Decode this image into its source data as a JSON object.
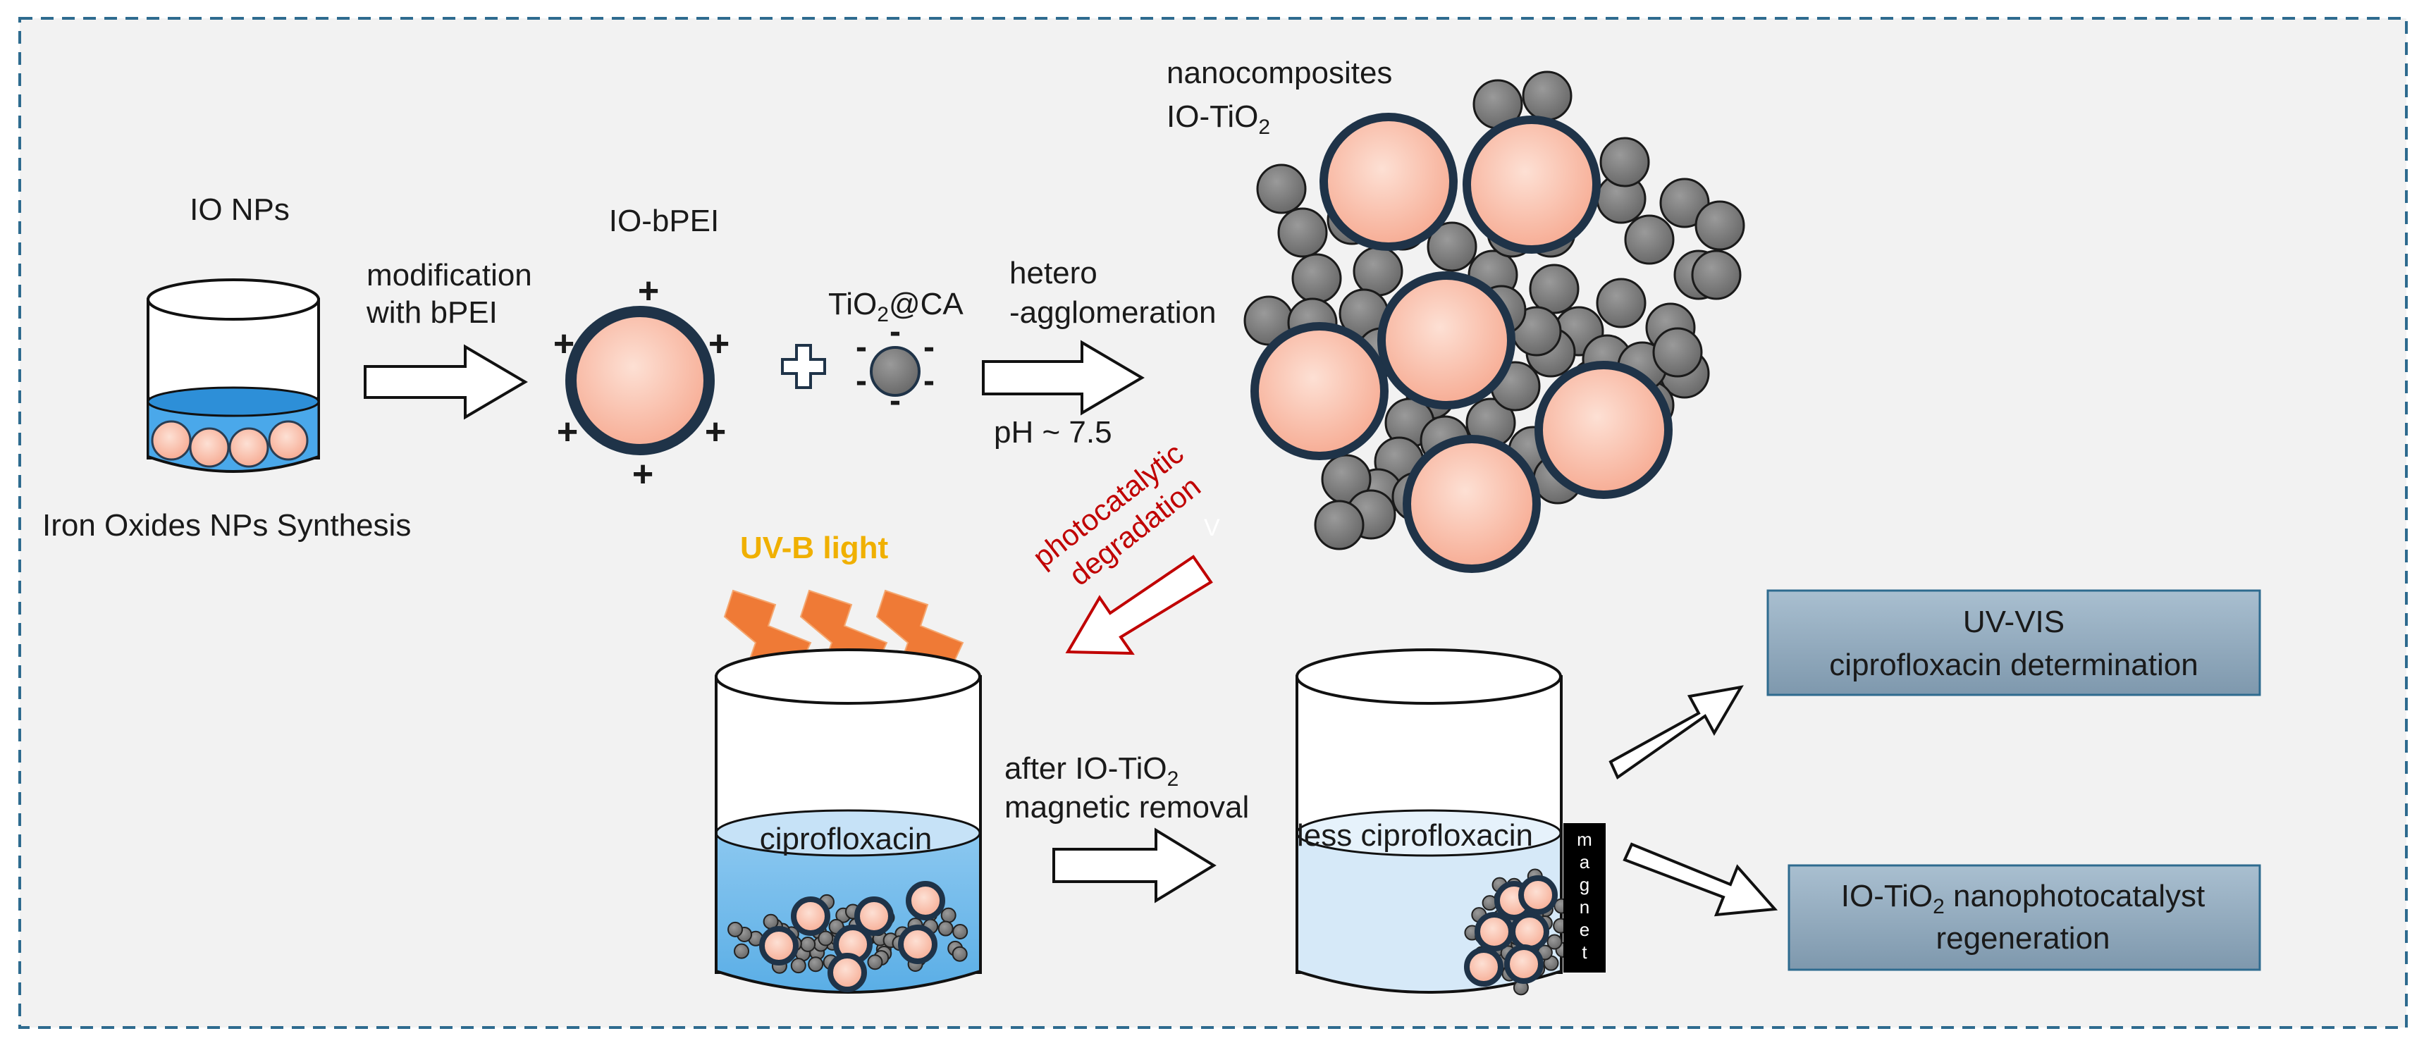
{
  "labels": {
    "io_nps": "IO NPs",
    "synthesis": "Iron Oxides NPs Synthesis",
    "modification_line1": "modification",
    "modification_line2": "with bPEI",
    "io_bpei": "IO-bPEI",
    "tio2_prefix": "TiO",
    "tio2_sub": "2",
    "tio2_suffix": "@CA",
    "hetero_line1": "hetero",
    "hetero_line2": "-agglomeration",
    "ph": "pH ~ 7.5",
    "nanocomposites_line1": "nanocomposites",
    "nanocomposites_prefix": "IO-TiO",
    "nanocomposites_sub": "2",
    "uvb": "UV-B light",
    "photo_line1": "photocatalytic",
    "photo_line2": "degradation",
    "stray_mark": "V",
    "ciprofloxacin": "ciprofloxacin",
    "after_prefix": "after IO-TiO",
    "after_sub": "2",
    "magnetic_removal": "magnetic removal",
    "less_cipro": "less ciprofloxacin",
    "magnet": "magnet",
    "box1_line1": "UV-VIS",
    "box1_line2": "ciprofloxacin determination",
    "box2_prefix": "IO-TiO",
    "box2_sub": "2",
    "box2_suffix": " nanophotocatalyst",
    "box2_line2": "regeneration",
    "plus": "+",
    "minus": "-"
  },
  "colors": {
    "core": "#f6b09c",
    "core_highlight": "#fde0d4",
    "shell": "#1f3348",
    "grey_particle": "#7a7a7a",
    "water": "#5ab0e8",
    "water_light": "#cfe6f8",
    "uvb_text": "#f0b000",
    "bolt": "#ee7733",
    "photo_text": "#c00000",
    "box_fill": "#8aa4b8",
    "border_dash": "#2e6b8f"
  }
}
